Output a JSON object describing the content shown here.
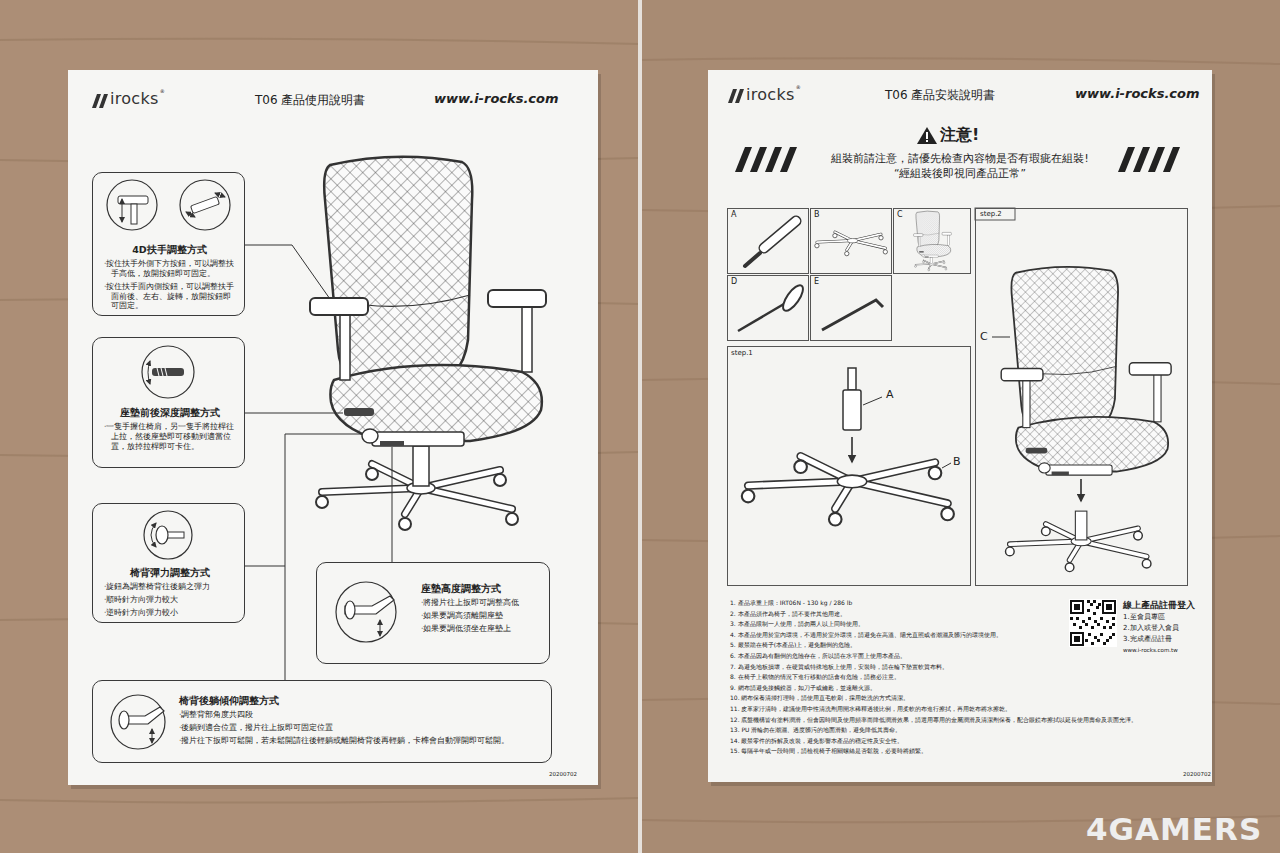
{
  "diagram": {
    "nodes": [
      {
        "text": [
          "irocks",
          "®",
          "T06 產品使用說明書",
          "www.i-rocks.com",
          "20200702"
        ]
      },
      {
        "text": [
          "4D扶手調整方式",
          "‧按住扶手外側下方按鈕，可以調整扶手高低，放開按鈕即可固定。",
          "‧按住扶手面內側按鈕，可以調整扶手面前後、左右、旋轉，放開按鈕即可固定。"
        ],
        "in": 0
      },
      {
        "text": [
          "座墊前後深度調整方式",
          "‧一隻手握住椅肩，另一隻手將拉桿往上拉，然後座墊即可移動到適當位置，放掉拉桿即可卡住。"
        ],
        "in": 0
      },
      {
        "text": [
          "椅背彈力調整方式",
          "‧旋鈕為調整椅背往後躺之彈力",
          "‧順時針方向彈力較大",
          "‧逆時針方向彈力較小"
        ],
        "in": 0
      },
      {
        "text": [
          "座墊高度調整方式",
          "‧將撥片往上扳即可調整高低",
          "‧如果要調高須離開座墊",
          "‧如果要調低須坐在座墊上"
        ],
        "in": 0
      },
      {
        "text": [
          "椅背後躺傾仰調整方式",
          "‧調整背部角度共四段",
          "‧後躺到適合位置，撥片往上扳即可固定位置",
          "‧撥片往下扳即可鬆開，若未鬆開請往後輕躺或離開椅背後再輕躺，卡榫會自動彈開即可鬆開。"
        ],
        "in": 0
      },
      {
        "text": [
          "irocks",
          "®",
          "T06 產品安裝說明書",
          "www.i-rocks.com",
          "注意!",
          "組裝前請注意，請優先檢查內容物是否有瑕疵在組裝!",
          "“經組裝後即視同產品正常”",
          "20200702"
        ]
      },
      {
        "text": [
          "A"
        ],
        "in": 6
      },
      {
        "text": [
          "B"
        ],
        "in": 6
      },
      {
        "text": [
          "C"
        ],
        "in": 6
      },
      {
        "text": [
          "D"
        ],
        "in": 6
      },
      {
        "text": [
          "E"
        ],
        "in": 6
      },
      {
        "text": [
          "step.1"
        ],
        "in": 6
      },
      {
        "text": [
          "step.2"
        ],
        "in": 6
      }
    ],
    "labels": [
      "A",
      "B",
      "C",
      "1. 產品承重上限：IRT06N - 130 kg / 286 lb",
      "2. 本產品須作為椅子，請不要作其他用途。",
      "3. 本產品限制一人使用，請勿兩人以上同時使用。",
      "4. 本產品使用於室內環境，不適用於室外環境，請避免在高溫、陽光直照或者潮濕及髒污的環境使用。",
      "5. 嚴禁跪在椅子(本產品)上，避免翻倒的危險。",
      "6. 本產品因為有翻倒的危險存在，所以請在水平面上使用本產品。",
      "7. 為避免地板損壞，在硬質或特殊地板上使用，安裝時，請在輪下墊置軟質布料。",
      "8. 在椅子上載物的情況下進行移動的話會有危險，請務必注意。",
      "9. 網布請避免接觸銳器，如刀子或鑰匙，並遠離火源。",
      "10. 網布保養清掃打理時，請使用直毛軟刷，採用乾洗的方式清潔。",
      "11. 皮革家汙清時，建議使用中性清洗劑用開水稀釋過後比例，用柔軟的布進行擦拭，再用乾布將水擦乾。",
      "12. 底盤機構皆有塗料潤滑，但會因時間及使用頻率而降低潤滑效果，請選用專用的金屬潤滑及清潔劑保養，配合眼鏡布擦拭以延長使用壽命及表面光澤。",
      "13. PU 滑輪勿在潮濕、過度髒污的地面滑動，避免降低其壽命。",
      "14. 嚴禁零件的拆解及改裝，避免影響本產品的穩定性及安全性。",
      "15. 每隔半年或一段時間，請檢視椅子相關螺絲是否鬆脫，必要時將鎖緊。",
      "線上產品註冊登入",
      "1.至會員專區",
      "2.加入或登入會員",
      "3.完成產品註冊",
      "www.i-rocks.com.tw",
      "4GAMERS"
    ]
  }
}
